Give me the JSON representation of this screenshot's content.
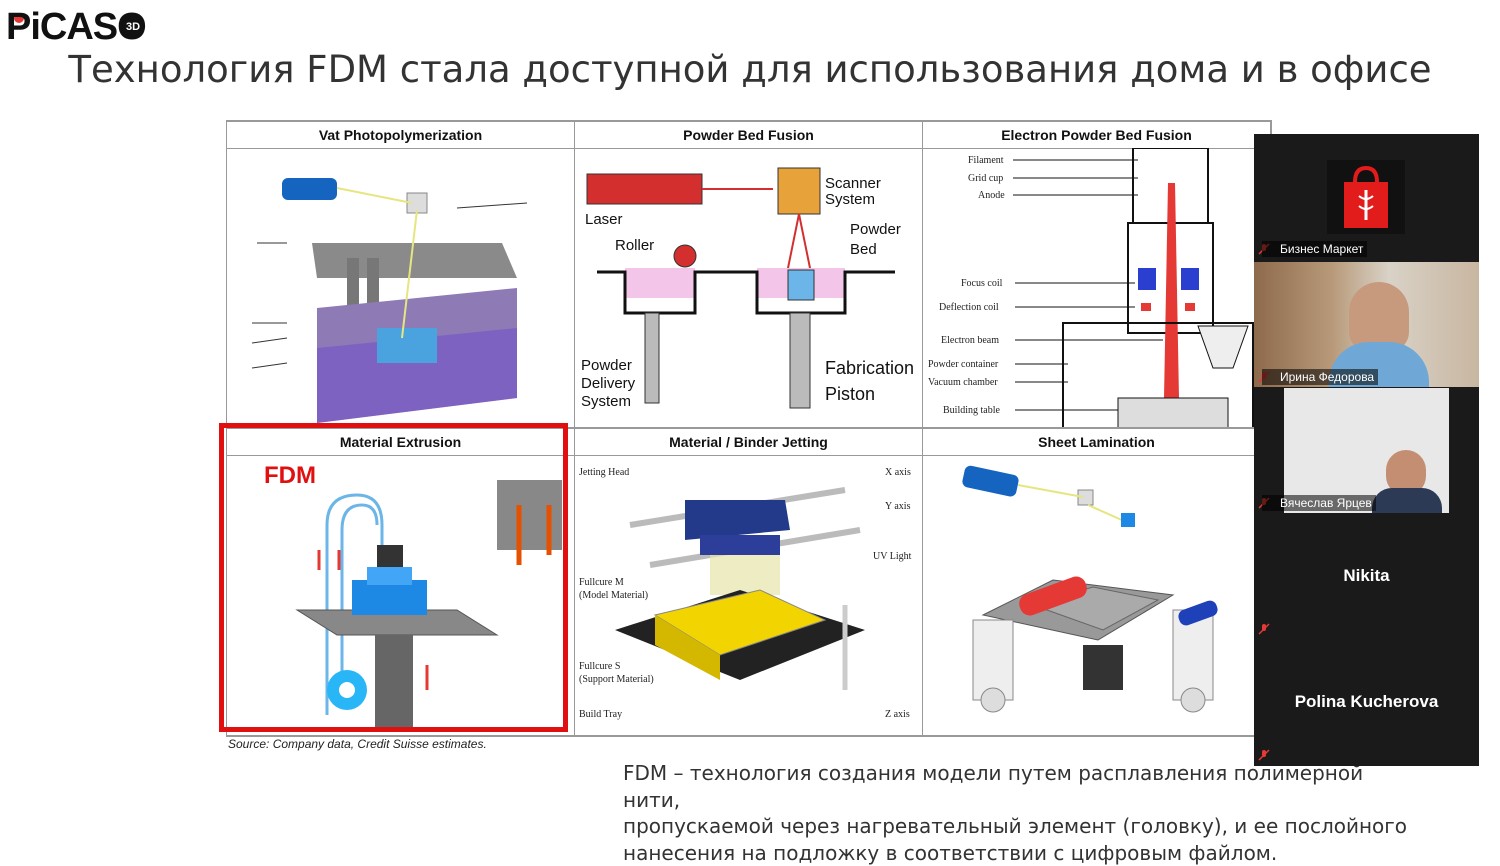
{
  "logo": {
    "text": "PiCASO",
    "badge": "3D"
  },
  "title": "Технология FDM стала доступной для использования дома и в офисе",
  "cells": {
    "vat": "Vat Photopolymerization",
    "powder": "Powder Bed Fusion",
    "electron": "Electron Powder Bed Fusion",
    "extrusion": "Material Extrusion",
    "jetting": "Material / Binder Jetting",
    "sheet": "Sheet Lamination"
  },
  "fdm_label": "FDM",
  "powder_labels": {
    "laser": "Laser",
    "scanner": "Scanner",
    "system": "System",
    "roller": "Roller",
    "powder": "Powder",
    "bed": "Bed",
    "delivery1": "Powder",
    "delivery2": "Delivery",
    "delivery3": "System",
    "fab": "Fabrication",
    "piston": "Piston"
  },
  "electron_labels": [
    "Filament",
    "Grid cup",
    "Anode",
    "Focus coil",
    "Deflection coil",
    "Electron beam",
    "Powder container",
    "Vacuum chamber",
    "Building table"
  ],
  "jetting_labels": {
    "head": "Jetting Head",
    "x": "X axis",
    "y": "Y axis",
    "uv": "UV Light",
    "fm1": "Fullcure M",
    "fm2": "(Model Material)",
    "fs1": "Fullcure S",
    "fs2": "(Support Material)",
    "tray": "Build Tray",
    "z": "Z axis"
  },
  "source": "Source: Company data, Credit Suisse estimates.",
  "description": [
    "FDM – технология создания модели путем расплавления полимерной нити,",
    "пропускаемой через нагревательный элемент (головку), и ее послойного",
    "нанесения на подложку  в соответствии с цифровым файлом."
  ],
  "participants": [
    {
      "name": "Бизнес Маркет"
    },
    {
      "name": "Ирина Федорова"
    },
    {
      "name": "Вячеслав Ярцев"
    },
    {
      "name": "Nikita"
    },
    {
      "name": "Polina Kucherova"
    }
  ],
  "colors": {
    "highlight": "#e01010",
    "panel_bg": "#1a1a1a",
    "accent_red": "#e53935"
  }
}
